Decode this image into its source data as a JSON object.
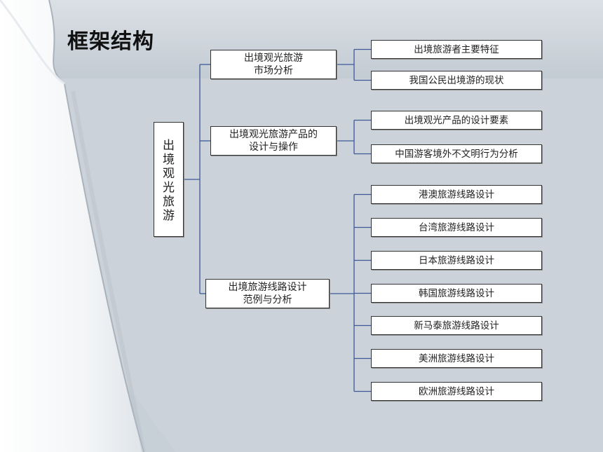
{
  "title": "框架结构",
  "root": {
    "label": "出境观光旅游"
  },
  "branches": [
    {
      "label": "出境观光旅游\n市场分析",
      "children": [
        "出境旅游者主要特征",
        "我国公民出境游的现状"
      ]
    },
    {
      "label": "出境观光旅游产品的\n设计与操作",
      "children": [
        "出境观光产品的设计要素",
        "中国游客境外不文明行为分析"
      ]
    },
    {
      "label": "出境旅游线路设计\n范例与分析",
      "children": [
        "港澳旅游线路设计",
        "台湾旅游线路设计",
        "日本旅游线路设计",
        "韩国旅游线路设计",
        "新马泰旅游线路设计",
        "美洲旅游线路设计",
        "欧洲旅游线路设计"
      ]
    }
  ],
  "colors": {
    "line": "#3d5a99",
    "border": "#333333",
    "background": "#c9d1d8"
  }
}
